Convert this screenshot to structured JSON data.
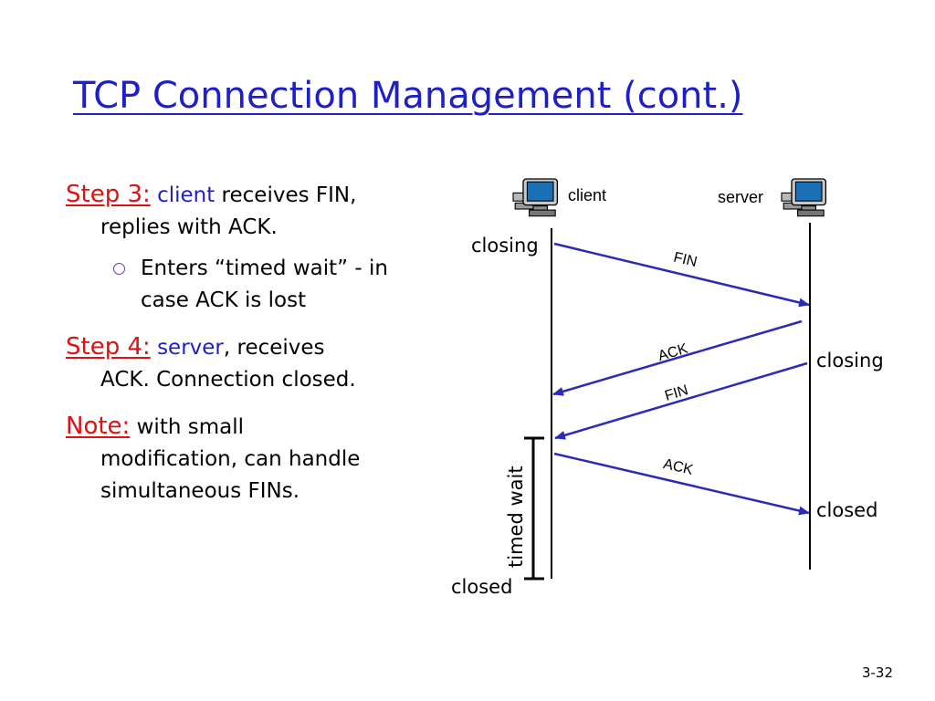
{
  "slide": {
    "title": "TCP Connection Management (cont.)",
    "page_number": "3-32"
  },
  "bullets": {
    "step3_label": "Step 3:",
    "step3_actor": "client",
    "step3_text_1": " receives FIN,",
    "step3_text_2": "replies with ACK.",
    "step3_sub_1": "Enters “timed wait” - in",
    "step3_sub_2": "case ACK is lost",
    "step4_label": "Step 4:",
    "step4_actor": "server",
    "step4_text_1": ", receives",
    "step4_text_2": "ACK.  Connection closed.",
    "note_label": "Note:",
    "note_text_1": " with small",
    "note_text_2": "modification, can handle",
    "note_text_3": "simultaneous FINs."
  },
  "diagram": {
    "client_label": "client",
    "server_label": "server",
    "client_closing": "closing",
    "server_closing": "closing",
    "client_closed": "closed",
    "server_closed": "closed",
    "timed_wait": "timed wait",
    "messages": {
      "fin1": "FIN",
      "ack1": "ACK",
      "fin2": "FIN",
      "ack2": "ACK"
    },
    "colors": {
      "arrow": "#2b2bb8",
      "text": "#000000"
    }
  }
}
